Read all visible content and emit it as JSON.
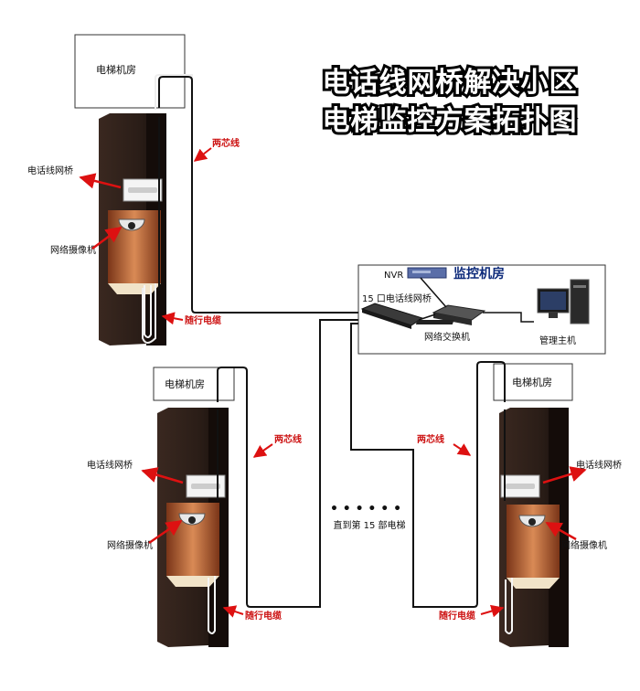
{
  "title": {
    "line1": "电话线网桥解决小区",
    "line2": "电梯监控方案拓扑图"
  },
  "elevators": [
    {
      "machine_room": "电梯机房",
      "bridge_label": "电话线网桥",
      "camera_label": "网络摄像机",
      "wire_label": "两芯线",
      "cable_label": "随行电缆"
    },
    {
      "machine_room": "电梯机房",
      "bridge_label": "电话线网桥",
      "camera_label": "网络摄像机",
      "wire_label": "两芯线",
      "cable_label": "随行电缆"
    },
    {
      "machine_room": "电梯机房",
      "bridge_label": "电话线网桥",
      "camera_label": "网络摄像机",
      "wire_label": "两芯线",
      "cable_label": "随行电缆"
    }
  ],
  "control_room": {
    "title": "监控机房",
    "nvr_label": "NVR",
    "bridge15_label": "15 口电话线网桥",
    "switch_label": "网络交换机",
    "host_label": "管理主机"
  },
  "continuation": {
    "dots": "• • • • • •",
    "label": "直到第 15 部电梯"
  },
  "colors": {
    "shaft": "#2a1d17",
    "shaft_dark": "#1a110d",
    "cabin": "#b05a33",
    "arrow": "#dd1111",
    "wire": "#111111"
  }
}
